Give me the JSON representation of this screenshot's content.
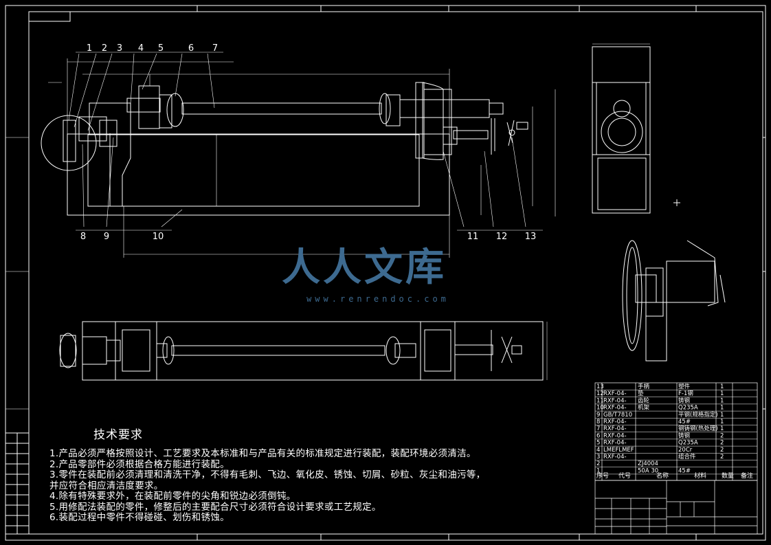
{
  "callouts_top": [
    "1",
    "2",
    "3",
    "4",
    "5",
    "6",
    "7"
  ],
  "callouts_bottom": [
    "8",
    "9",
    "10",
    "11",
    "12",
    "13"
  ],
  "technical_requirements": {
    "title": "技术要求",
    "items": [
      "1.产品必须严格按照设计、工艺要求及本标准和与产品有关的标准规定进行装配，装配环境必须清洁。",
      "2.产品零部件必须根据合格方能进行装配。",
      "3.零件在装配前必须清理和清洗干净，不得有毛刺、飞边、氧化皮、锈蚀、切屑、砂粒、灰尘和油污等，",
      "  并应符合相应清洁度要求。",
      "4.除有特殊要求外，在装配前零件的尖角和锐边必须倒钝。",
      "5.用修配法装配的零件，修整后的主要配合尺寸必须符合设计要求或工艺规定。",
      "6.装配过程中零件不得碰碰、划伤和锈蚀。"
    ]
  },
  "bom": {
    "rows": [
      {
        "no": "13",
        "code": "",
        "name": "手柄",
        "material": "塑件",
        "qty": "1"
      },
      {
        "no": "12",
        "code": "RXF-04-",
        "name": "垫",
        "material": "F-1钢",
        "qty": "1"
      },
      {
        "no": "11",
        "code": "RXF-04-",
        "name": "齿轮",
        "material": "铸钢",
        "qty": "1"
      },
      {
        "no": "10",
        "code": "RXF-04-",
        "name": "机架",
        "material": "Q235A",
        "qty": "1"
      },
      {
        "no": "9",
        "code": "GB/T7810",
        "name": "",
        "material": "平钢(规格指定)",
        "qty": "1"
      },
      {
        "no": "8",
        "code": "RXF-04-",
        "name": "",
        "material": "45#",
        "qty": "1"
      },
      {
        "no": "7",
        "code": "RXF-04-",
        "name": "",
        "material": "钢铸钢(热处理)",
        "qty": "1"
      },
      {
        "no": "6",
        "code": "RXF-04-",
        "name": "",
        "material": "铸钢",
        "qty": "2"
      },
      {
        "no": "5",
        "code": "RXF-04-",
        "name": "",
        "material": "Q235A",
        "qty": "2"
      },
      {
        "no": "4",
        "code": "LMEFLMEF",
        "name": "",
        "material": "20Cr",
        "qty": "2"
      },
      {
        "no": "3",
        "code": "RXF-04-",
        "name": "",
        "material": "组合件",
        "qty": "2"
      },
      {
        "no": "2",
        "code": "",
        "name": "ZJ4004",
        "material": "",
        "qty": ""
      },
      {
        "no": "1",
        "code": "",
        "name": "50A 30",
        "material": "45#",
        "qty": ""
      }
    ],
    "header": [
      "序号",
      "代号",
      "名称",
      "材料",
      "数量",
      "备注"
    ]
  },
  "watermark": {
    "main": "人人文库",
    "sub": "www.renrendoc.com"
  },
  "colors": {
    "line": "#ffffff",
    "watermark": "#3d6a90",
    "background": "#000000"
  }
}
